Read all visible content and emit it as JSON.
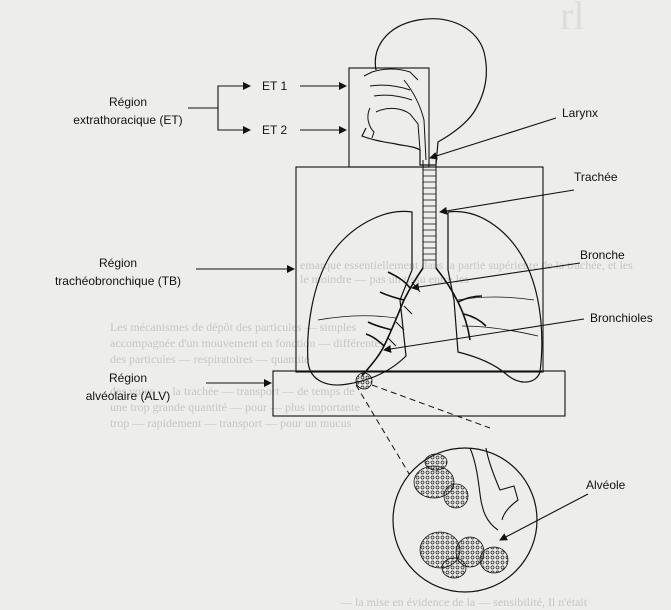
{
  "regions": [
    {
      "key": "et",
      "line1": "Région",
      "line2": "extrathoracique (ET)"
    },
    {
      "key": "tb",
      "line1": "Région",
      "line2": "trachéobronchique (TB)"
    },
    {
      "key": "alv",
      "line1": "Région",
      "line2": "alvéolaire (ALV)"
    }
  ],
  "et_subregions": [
    "ET 1",
    "ET 2"
  ],
  "structures": [
    "Larynx",
    "Trachée",
    "Bronche",
    "Bronchioles",
    "Alvéole"
  ]
}
